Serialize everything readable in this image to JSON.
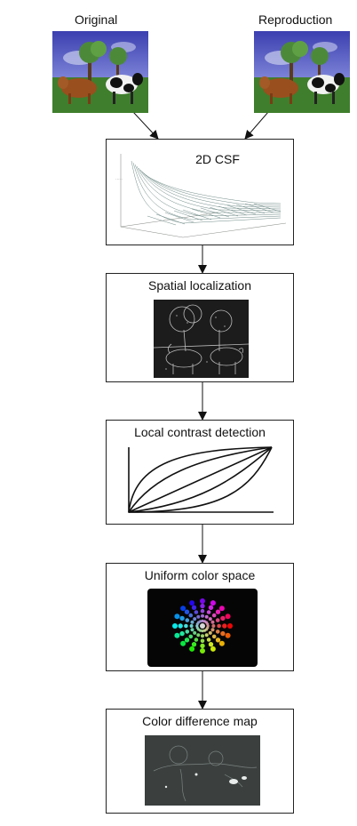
{
  "labels": {
    "original": "Original",
    "reproduction": "Reproduction"
  },
  "stages": [
    {
      "title": "2D CSF",
      "icon": "csf-surface-plot-icon"
    },
    {
      "title": "Spatial localization",
      "icon": "edge-image-icon"
    },
    {
      "title": "Local contrast detection",
      "icon": "contrast-curves-icon"
    },
    {
      "title": "Uniform color space",
      "icon": "color-wheel-icon"
    },
    {
      "title": "Color difference map",
      "icon": "difference-map-icon"
    }
  ]
}
